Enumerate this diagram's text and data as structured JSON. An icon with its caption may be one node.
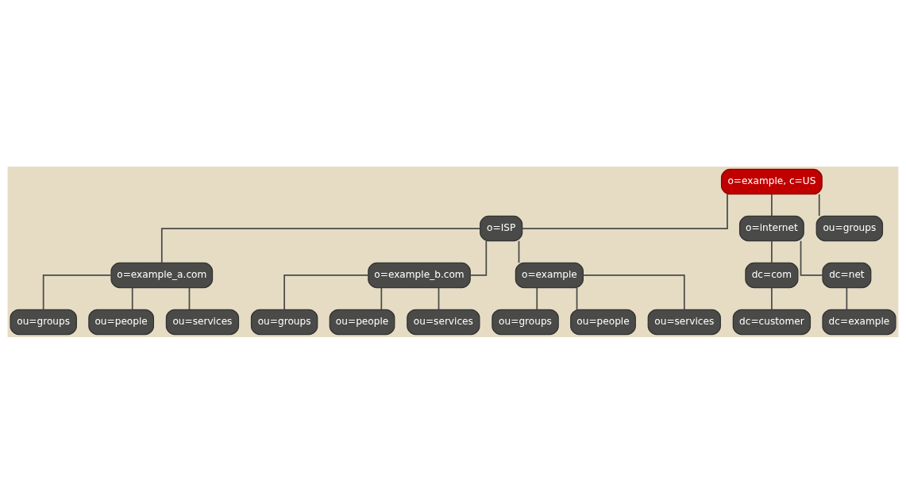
{
  "diagram": {
    "nodes": [
      {
        "text": [
          "o=example, c=US"
        ]
      },
      {
        "text": [
          "o=ISP"
        ]
      },
      {
        "text": [
          "o=internet"
        ]
      },
      {
        "text": [
          "ou=groups"
        ]
      },
      {
        "text": [
          "o=example_a.com"
        ]
      },
      {
        "text": [
          "o=example_b.com"
        ]
      },
      {
        "text": [
          "o=example"
        ]
      },
      {
        "text": [
          "dc=com"
        ]
      },
      {
        "text": [
          "dc=net"
        ]
      },
      {
        "text": [
          "ou=groups"
        ]
      },
      {
        "text": [
          "ou=people"
        ]
      },
      {
        "text": [
          "ou=services"
        ]
      },
      {
        "text": [
          "dc=customer"
        ]
      },
      {
        "text": [
          "dc=example"
        ]
      },
      {
        "text": [
          "ou=groups"
        ]
      },
      {
        "text": [
          "ou=people"
        ]
      },
      {
        "text": [
          "ou=services"
        ]
      },
      {
        "text": [
          "ou=groups"
        ]
      },
      {
        "text": [
          "ou=people"
        ]
      },
      {
        "text": [
          "ou=services"
        ]
      }
    ],
    "edges": [
      {
        "from": 0,
        "to": 1,
        "arrow": "none"
      },
      {
        "from": 0,
        "to": 2,
        "arrow": "none"
      },
      {
        "from": 0,
        "to": 3,
        "arrow": "none"
      },
      {
        "from": 1,
        "to": 4,
        "arrow": "none"
      },
      {
        "from": 1,
        "to": 5,
        "arrow": "none"
      },
      {
        "from": 1,
        "to": 6,
        "arrow": "none"
      },
      {
        "from": 2,
        "to": 7,
        "arrow": "none"
      },
      {
        "from": 2,
        "to": 8,
        "arrow": "none"
      },
      {
        "from": 5,
        "to": 9,
        "arrow": "none"
      },
      {
        "from": 5,
        "to": 10,
        "arrow": "none"
      },
      {
        "from": 5,
        "to": 11,
        "arrow": "none"
      },
      {
        "from": 7,
        "to": 12,
        "arrow": "none"
      },
      {
        "from": 8,
        "to": 13,
        "arrow": "none"
      },
      {
        "from": 4,
        "to": 14,
        "arrow": "none"
      },
      {
        "from": 4,
        "to": 15,
        "arrow": "none"
      },
      {
        "from": 4,
        "to": 16,
        "arrow": "none"
      },
      {
        "from": 6,
        "to": 17,
        "arrow": "none"
      },
      {
        "from": 6,
        "to": 18,
        "arrow": "none"
      },
      {
        "from": 6,
        "to": 19,
        "arrow": "none"
      }
    ]
  }
}
